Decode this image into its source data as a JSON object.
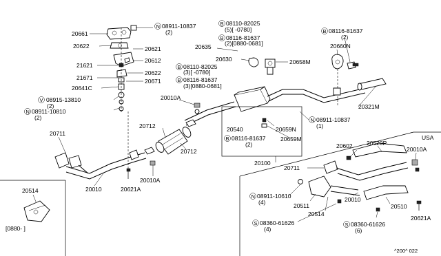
{
  "labels": {
    "p20661": "20661",
    "p20622a": "20622",
    "p20621": "20621",
    "p20612": "20612",
    "p21621": "21621",
    "p20622b": "20622",
    "p21671": "21671",
    "p20671": "20671",
    "p20641C": "20641C",
    "p20635": "20635",
    "p20630": "20630",
    "p20658M": "20658M",
    "p20660N": "20660N",
    "p20321M": "20321M",
    "p20010A_a": "20010A",
    "p20712a": "20712",
    "p20712b": "20712",
    "p20711a": "20711",
    "p20010a": "20010",
    "p20621A_a": "20621A",
    "p20010A_b": "20010A",
    "p20540": "20540",
    "p20659N": "20659N",
    "p20659M": "20659M",
    "p20100": "20100",
    "p20514a": "20514",
    "p20602": "20602",
    "p20520P": "20520P",
    "p20010A_c": "20010A",
    "p20711b": "20711",
    "p20511": "20511",
    "p20514b": "20514",
    "p20010b": "20010",
    "p20510": "20510",
    "p20621A_b": "20621A",
    "usa": "USA",
    "date_range_small": "[0880-    ]",
    "code": "^200^ 022"
  },
  "callouts": {
    "n08911_10837_top": {
      "prefix": "N",
      "number": "08911-10837",
      "qty": "(2)"
    },
    "b08110_82025_top": {
      "prefix": "B",
      "number": "08110-82025",
      "qty": "(5)[    -0780]"
    },
    "b08116_81637_top": {
      "prefix": "B",
      "number": "08116-81637",
      "qty": "(2)[0880-0681]"
    },
    "b08116_81637_right": {
      "prefix": "B",
      "number": "08116-81637",
      "qty": "(2)"
    },
    "b08110_82025_mid": {
      "prefix": "B",
      "number": "08110-82025",
      "qty": "(3)[    -0780]"
    },
    "b08116_81637_mid": {
      "prefix": "B",
      "number": "08116-81637",
      "qty": "(3)[0880-0681]"
    },
    "v08915_13810": {
      "prefix": "V",
      "number": "08915-13810",
      "qty": "(2)"
    },
    "n08911_10810": {
      "prefix": "N",
      "number": "08911-10810",
      "qty": "(2)"
    },
    "n08911_10837_mid": {
      "prefix": "N",
      "number": "08911-10837",
      "qty": "(1)"
    },
    "b08116_81637_low": {
      "prefix": "B",
      "number": "08116-81637",
      "qty": "(2)"
    },
    "n08911_10610": {
      "prefix": "N",
      "number": "08911-10610",
      "qty": "(4)"
    },
    "s08360_61626_a": {
      "prefix": "S",
      "number": "08360-61626",
      "qty": "(4)"
    },
    "s08360_61626_b": {
      "prefix": "S",
      "number": "08360-61626",
      "qty": "(6)"
    }
  }
}
